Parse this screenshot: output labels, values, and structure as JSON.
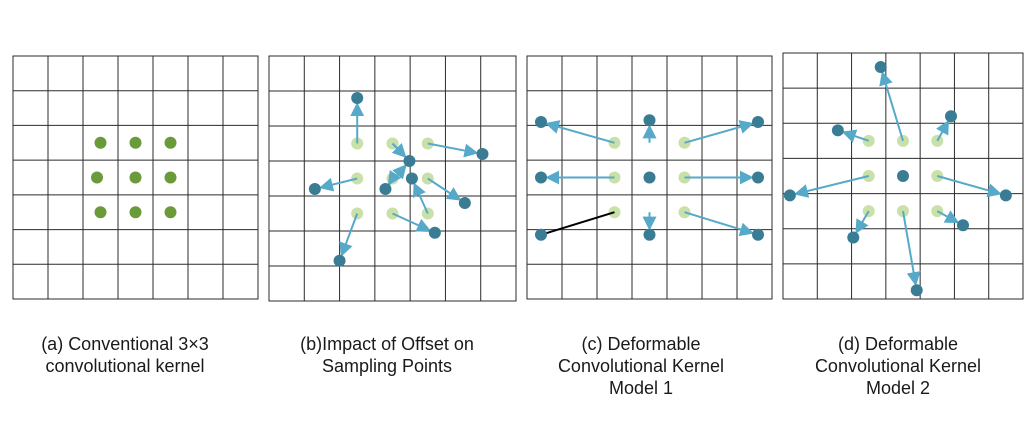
{
  "colors": {
    "grid": "#2b2b2b",
    "green_point": "#6b9a3a",
    "pale_point": "#c9e0a8",
    "offset_point": "#3a7c94",
    "arrow": "#56a9c8",
    "black_line": "#000000"
  },
  "panels": [
    {
      "id": "a",
      "caption": "(a) Conventional 3×3\nconvolutional kernel",
      "pale_points": [],
      "green_points": [
        [
          2.5,
          2.5
        ],
        [
          3.5,
          2.5
        ],
        [
          4.5,
          2.5
        ],
        [
          2.4,
          3.5
        ],
        [
          3.5,
          3.5
        ],
        [
          4.5,
          3.5
        ],
        [
          2.5,
          4.5
        ],
        [
          3.5,
          4.5
        ],
        [
          4.5,
          4.5
        ]
      ],
      "arrows": [],
      "lines": []
    },
    {
      "id": "b",
      "caption": "(b)Impact of Offset on\nSampling Points",
      "pale_points": [
        [
          2.5,
          2.5
        ],
        [
          3.5,
          2.5
        ],
        [
          4.5,
          2.5
        ],
        [
          2.5,
          3.5
        ],
        [
          3.5,
          3.5
        ],
        [
          4.5,
          3.5
        ],
        [
          2.5,
          4.5
        ],
        [
          3.5,
          4.5
        ],
        [
          4.5,
          4.5
        ]
      ],
      "green_points": [],
      "arrows": [
        {
          "from": [
            2.5,
            2.5
          ],
          "to": [
            2.5,
            1.2
          ]
        },
        {
          "from": [
            3.5,
            2.5
          ],
          "to": [
            3.98,
            3.0
          ]
        },
        {
          "from": [
            4.5,
            2.5
          ],
          "to": [
            6.05,
            2.8
          ]
        },
        {
          "from": [
            2.5,
            3.5
          ],
          "to": [
            1.3,
            3.8
          ]
        },
        {
          "from": [
            3.5,
            3.5
          ],
          "to": [
            3.3,
            3.8
          ]
        },
        {
          "from": [
            3.3,
            3.8
          ],
          "to": [
            3.98,
            3.0
          ]
        },
        {
          "from": [
            4.5,
            3.5
          ],
          "to": [
            5.55,
            4.2
          ]
        },
        {
          "from": [
            3.5,
            4.5
          ],
          "to": [
            4.7,
            5.05
          ]
        },
        {
          "from": [
            4.5,
            4.5
          ],
          "to": [
            4.05,
            3.5
          ]
        },
        {
          "from": [
            2.5,
            4.5
          ],
          "to": [
            2.0,
            5.85
          ]
        }
      ],
      "lines": []
    },
    {
      "id": "c",
      "caption": "(c) Deformable\nConvolutional Kernel\nModel 1",
      "pale_points": [
        [
          2.5,
          2.5
        ],
        [
          4.5,
          2.5
        ],
        [
          2.5,
          3.5
        ],
        [
          4.5,
          3.5
        ],
        [
          2.5,
          4.5
        ],
        [
          4.5,
          4.5
        ]
      ],
      "green_points": [],
      "arrows": [
        {
          "from": [
            2.5,
            2.5
          ],
          "to": [
            0.4,
            1.9
          ]
        },
        {
          "from": [
            3.5,
            2.5
          ],
          "to": [
            3.5,
            1.85
          ]
        },
        {
          "from": [
            4.5,
            2.5
          ],
          "to": [
            6.6,
            1.9
          ]
        },
        {
          "from": [
            2.5,
            3.5
          ],
          "to": [
            0.4,
            3.5
          ]
        },
        {
          "from": [
            4.5,
            3.5
          ],
          "to": [
            6.6,
            3.5
          ]
        },
        {
          "from": [
            3.5,
            4.5
          ],
          "to": [
            3.5,
            5.15
          ]
        },
        {
          "from": [
            4.5,
            4.5
          ],
          "to": [
            6.6,
            5.15
          ]
        }
      ],
      "lines": [
        {
          "from": [
            2.5,
            4.5
          ],
          "to": [
            0.4,
            5.15
          ]
        }
      ]
    },
    {
      "id": "d",
      "caption": "(d) Deformable\nConvolutional Kernel\nModel 2",
      "pale_points": [
        [
          2.5,
          2.5
        ],
        [
          3.5,
          2.5
        ],
        [
          4.5,
          2.5
        ],
        [
          2.5,
          3.5
        ],
        [
          4.5,
          3.5
        ],
        [
          2.5,
          4.5
        ],
        [
          3.5,
          4.5
        ],
        [
          4.5,
          4.5
        ]
      ],
      "green_points": [],
      "arrows": [
        {
          "from": [
            3.5,
            2.5
          ],
          "to": [
            2.85,
            0.4
          ]
        },
        {
          "from": [
            2.5,
            2.5
          ],
          "to": [
            1.6,
            2.2
          ]
        },
        {
          "from": [
            4.5,
            2.5
          ],
          "to": [
            4.9,
            1.8
          ]
        },
        {
          "from": [
            2.5,
            3.5
          ],
          "to": [
            0.2,
            4.05
          ]
        },
        {
          "from": [
            4.5,
            3.5
          ],
          "to": [
            6.5,
            4.05
          ]
        },
        {
          "from": [
            2.5,
            4.5
          ],
          "to": [
            2.05,
            5.25
          ]
        },
        {
          "from": [
            3.5,
            4.5
          ],
          "to": [
            3.9,
            6.75
          ]
        },
        {
          "from": [
            4.5,
            4.5
          ],
          "to": [
            5.25,
            4.9
          ]
        }
      ],
      "lines": []
    }
  ]
}
